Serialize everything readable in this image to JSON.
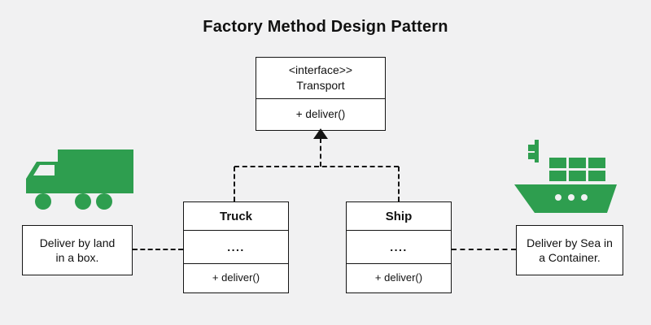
{
  "title": "Factory Method Design Pattern",
  "interface_box": {
    "stereotype": "<interface>>",
    "name": "Transport",
    "method": "+ deliver()"
  },
  "truck_class": {
    "name": "Truck",
    "body": "....",
    "method": "+ deliver()"
  },
  "ship_class": {
    "name": "Ship",
    "body": "....",
    "method": "+ deliver()"
  },
  "notes": {
    "land": "Deliver by land\nin a box.",
    "sea": "Deliver by Sea in\na Container."
  },
  "icons": {
    "truck": "truck-icon",
    "ship": "ship-icon"
  },
  "colors": {
    "green": "#2e9e4f",
    "background": "#f1f1f2",
    "line": "#141414"
  }
}
